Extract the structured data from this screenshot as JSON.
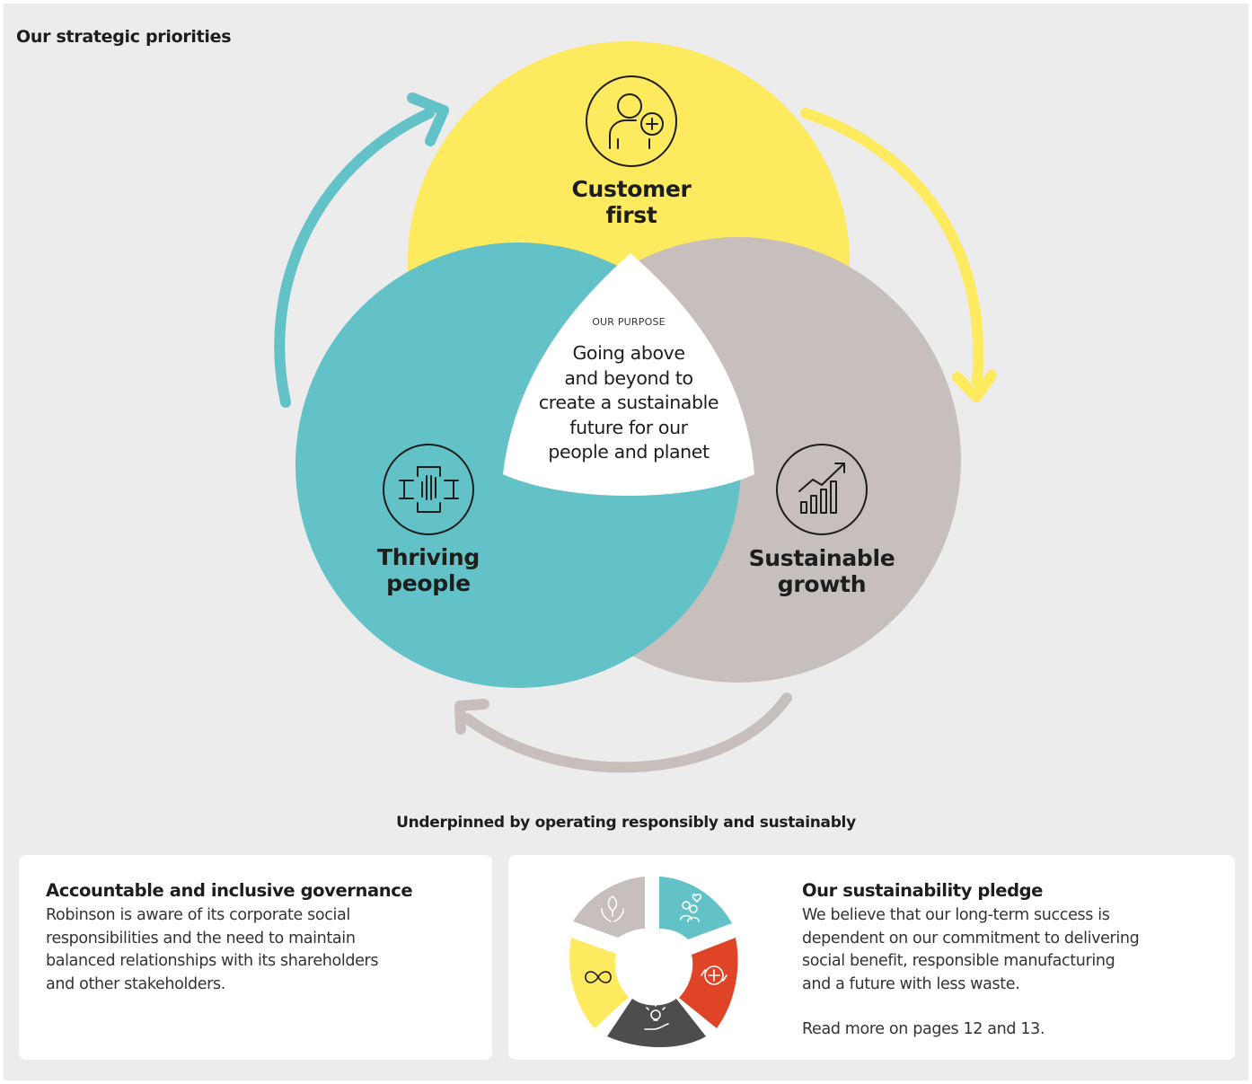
{
  "title": "Our strategic priorities",
  "colors": {
    "yellow": "#feea5f",
    "teal": "#62c2c7",
    "taupe": "#c7bfbc",
    "red": "#e04427",
    "charcoal": "#4e4d4d",
    "background": "#ececec"
  },
  "priorities": {
    "customer": {
      "line1": "Customer",
      "line2": "first",
      "icon": "person-plus-icon"
    },
    "people": {
      "line1": "Thriving",
      "line2": "people",
      "icon": "stacked-hands-icon"
    },
    "growth": {
      "line1": "Sustainable",
      "line2": "growth",
      "icon": "growth-chart-icon"
    }
  },
  "purpose": {
    "kicker": "OUR PURPOSE",
    "line1": "Going above",
    "line2": "and beyond to",
    "line3": "create a sustainable",
    "line4": "future for our",
    "line5": "people and planet"
  },
  "underpinned": "Underpinned by operating responsibly and sustainably",
  "governance": {
    "heading": "Accountable and inclusive governance",
    "line1": "Robinson is aware of its corporate social",
    "line2": "responsibilities and the need to maintain",
    "line3": "balanced relationships with its shareholders",
    "line4": "and other stakeholders."
  },
  "pledge": {
    "heading": "Our sustainability pledge",
    "line1": "We believe that our long-term success is",
    "line2": "dependent on our commitment to delivering",
    "line3": "social benefit, responsible manufacturing",
    "line4": "and a future with less waste.",
    "read_more": "Read more on pages 12 and 13.",
    "wheel_icons": [
      "plant-in-hands-icon",
      "people-heart-icon",
      "recycle-plus-icon",
      "lightbulb-hand-icon",
      "infinity-icon"
    ]
  }
}
